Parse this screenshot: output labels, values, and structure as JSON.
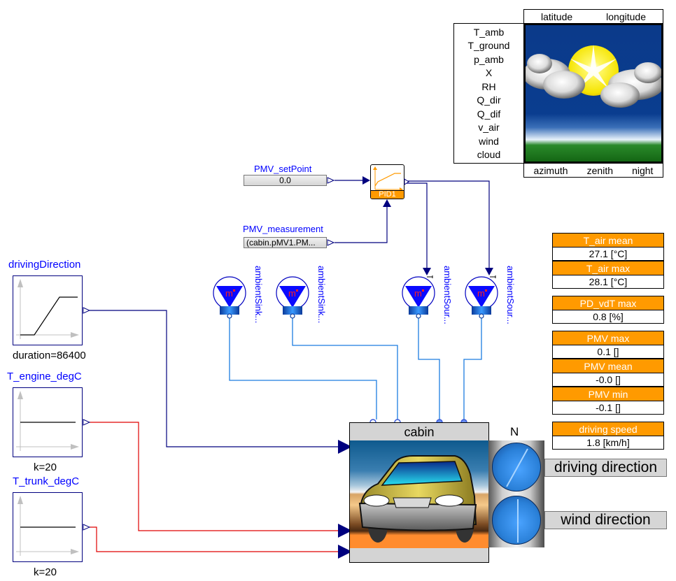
{
  "weather": {
    "top_labels": [
      "latitude",
      "longitude"
    ],
    "bottom_labels": [
      "azimuth",
      "zenith",
      "night"
    ],
    "variables": [
      "T_amb",
      "T_ground",
      "p_amb",
      "X",
      "RH",
      "Q_dir",
      "Q_dif",
      "v_air",
      "wind",
      "cloud"
    ]
  },
  "pid": {
    "label": "PID1"
  },
  "pmv_setpoint": {
    "name": "PMV_setPoint",
    "value": "0.0"
  },
  "pmv_measurement": {
    "name": "PMV_measurement",
    "value": "(cabin.pMV1.PM..."
  },
  "sources": [
    {
      "label": "ambientSink..."
    },
    {
      "label": "ambientSink..."
    },
    {
      "label": "ambientSour..."
    },
    {
      "label": "ambientSour..."
    }
  ],
  "signal_blocks": [
    {
      "name": "drivingDirection",
      "param": "duration=86400",
      "kind": "ramp"
    },
    {
      "name": "T_engine_degC",
      "param": "k=20",
      "kind": "constant"
    },
    {
      "name": "T_trunk_degC",
      "param": "k=20",
      "kind": "constant"
    }
  ],
  "cabin": {
    "title": "cabin"
  },
  "compass": {
    "north_label": "N",
    "driving_direction_label": "driving direction",
    "wind_direction_label": "wind direction"
  },
  "results": [
    {
      "header": "T_air mean",
      "value": "27.1 [°C]"
    },
    {
      "header": "T_air max",
      "value": "28.1 [°C]"
    },
    {
      "header": "PD_vdT max",
      "value": "0.8 [%]"
    },
    {
      "header": "PMV max",
      "value": "0.1 []"
    },
    {
      "header": "PMV mean",
      "value": "-0.0 []"
    },
    {
      "header": "PMV min",
      "value": "-0.1 []"
    },
    {
      "header": "driving speed",
      "value": "1.8 [km/h]"
    }
  ],
  "colors": {
    "signal_wire": "#00007f",
    "thermal_wire": "#e00000",
    "fluid_wire": "#1c7ce0",
    "label_blue": "#0000ff",
    "result_header": "#ff9a00"
  }
}
